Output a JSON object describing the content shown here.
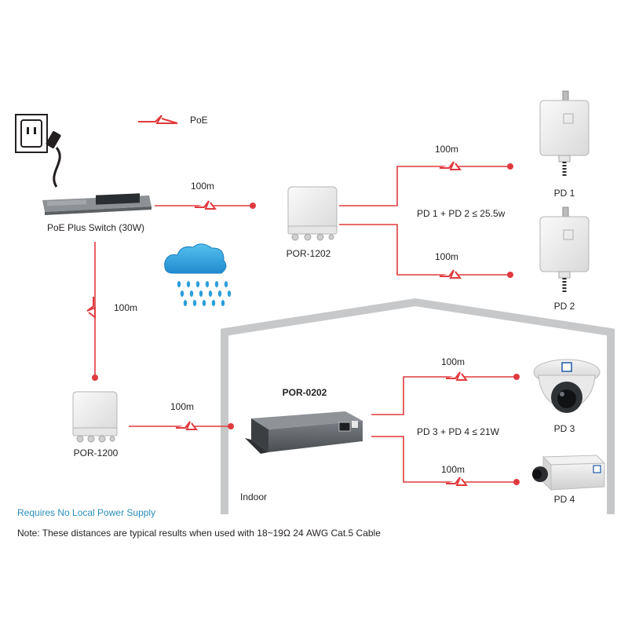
{
  "legend": {
    "poe_label": "PoE"
  },
  "devices": {
    "switch_label": "PoE Plus Switch (30W)",
    "por1202_label": "POR-1202",
    "por1200_label": "POR-1200",
    "por0202_label": "POR-0202",
    "pd1_label": "PD 1",
    "pd2_label": "PD 2",
    "pd3_label": "PD 3",
    "pd4_label": "PD 4"
  },
  "links": {
    "switch_to_por1202": "100m",
    "por1202_to_pd1": "100m",
    "por1202_to_pd2": "100m",
    "switch_to_por1200": "100m",
    "por1200_to_por0202": "100m",
    "por0202_to_pd3": "100m",
    "por0202_to_pd4": "100m"
  },
  "power_budgets": {
    "outdoor": "PD 1 + PD 2 ≤ 25.5w",
    "indoor": "PD 3 + PD 4 ≤ 21W"
  },
  "zones": {
    "indoor_label": "Indoor"
  },
  "notes": {
    "power_supply": "Requires No Local Power Supply",
    "distance_note": "Note: These distances are typical results when used with 18~19Ω 24 AWG Cat.5 Cable"
  },
  "colors": {
    "cable": "#e03a3e",
    "house_outline": "#c7c8ca",
    "note_blue": "#2a8fbd",
    "cloud_blue": "#2b9fd9"
  }
}
